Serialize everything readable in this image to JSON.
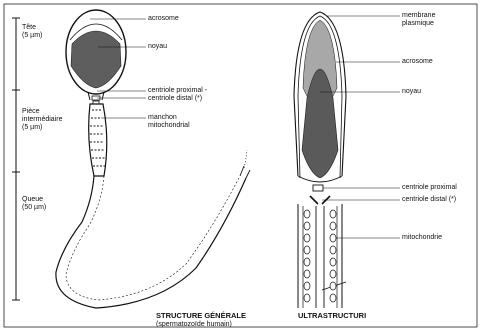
{
  "scale": {
    "head": {
      "name": "Tête",
      "size": "(5 µm)"
    },
    "midpiece": {
      "name_l1": "Pièce",
      "name_l2": "intermédiaire",
      "size": "(5 µm)"
    },
    "tail": {
      "name": "Queue",
      "size": "(50 µm)"
    }
  },
  "left_labels": {
    "acrosome": "acrosome",
    "noyau": "noyau",
    "centriole_proximal": "centriole proximal -",
    "centriole_distal": "centriole distal (*)",
    "manchon_l1": "manchon",
    "manchon_l2": "mitochondrial"
  },
  "right_labels": {
    "membrane_l1": "membrane",
    "membrane_l2": "plasmique",
    "acrosome": "acrosome",
    "noyau": "noyau",
    "centriole_proximal": "centriole proximal",
    "centriole_distal": "centriole distal (*)",
    "mitochondrie": "mitochondrie"
  },
  "captions": {
    "left_title": "STRUCTURE GÉNÉRALE",
    "left_subtitle": "(spermatozoïde humain)",
    "right_title": "ULTRASTRUCTURI"
  }
}
